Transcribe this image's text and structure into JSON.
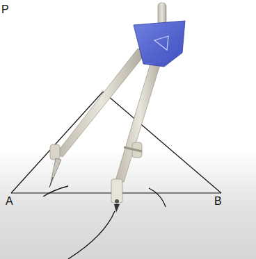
{
  "diagram": {
    "labels": [
      "P",
      "A",
      "B"
    ]
  }
}
